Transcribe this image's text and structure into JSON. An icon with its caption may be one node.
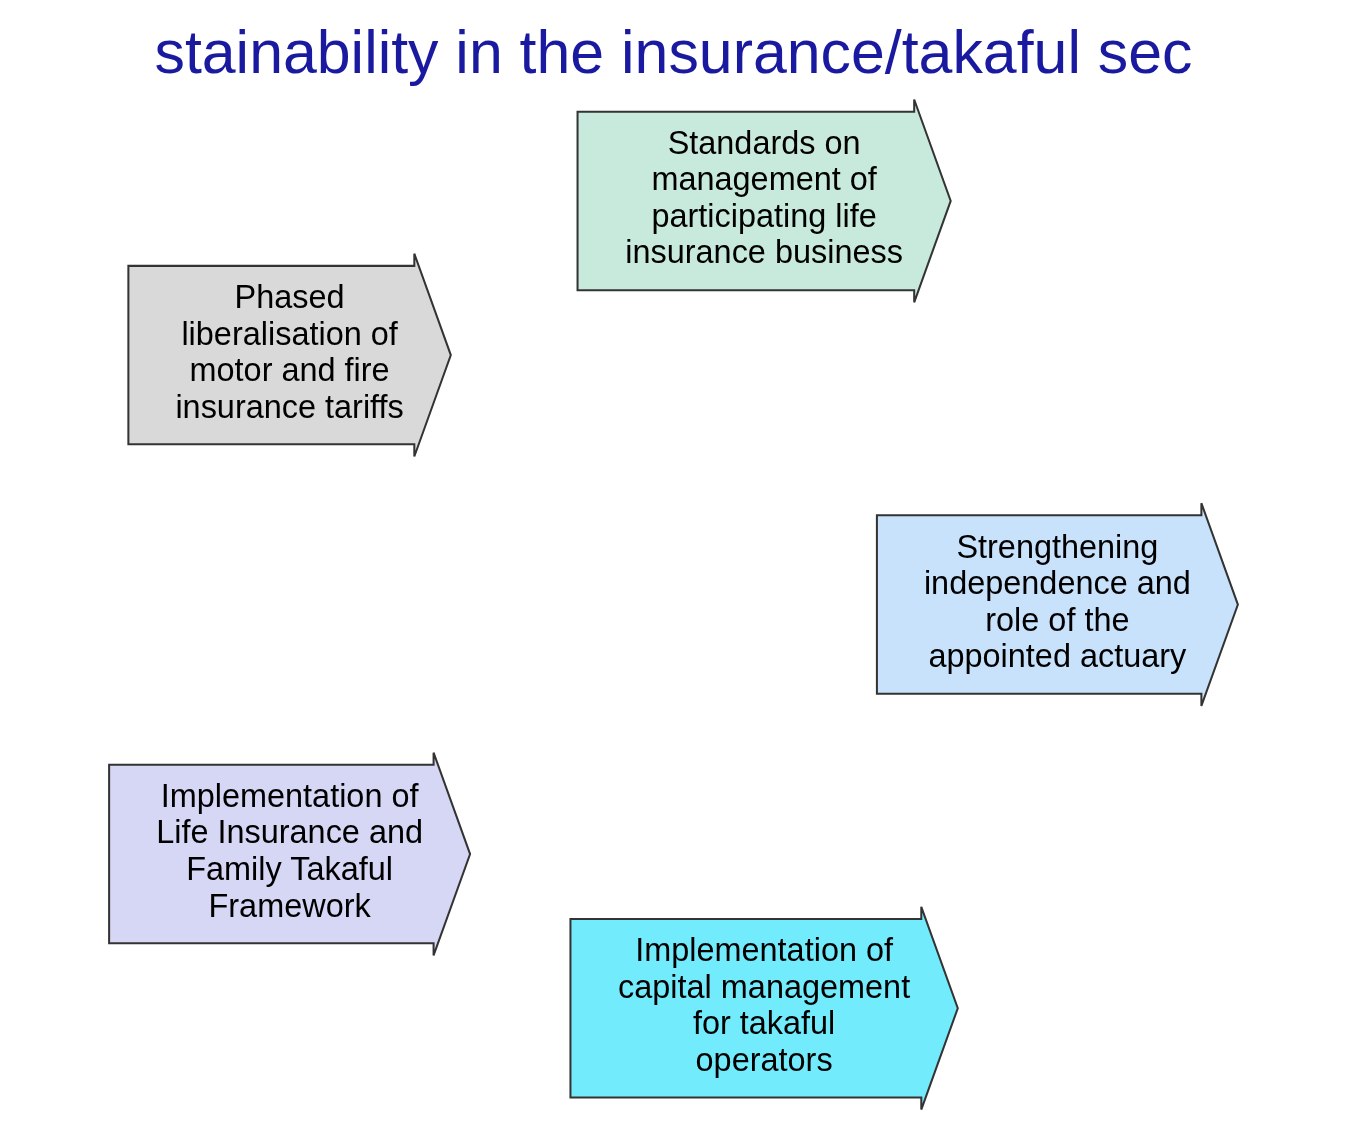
{
  "diagram": {
    "title": "stainability in the insurance/takaful sec",
    "nodes": [
      {
        "text": [
          "Implementation of capital management for takaful operators"
        ]
      },
      {
        "text": [
          "Implementation of Life Insurance and Family Takaful Framework"
        ]
      },
      {
        "text": [
          "Phased liberalisation of motor and fire insurance tariffs"
        ]
      },
      {
        "text": [
          "Standards on management of participating life insurance business"
        ]
      },
      {
        "text": [
          "Strengthening independence and role of the appointed actuary"
        ]
      }
    ]
  }
}
